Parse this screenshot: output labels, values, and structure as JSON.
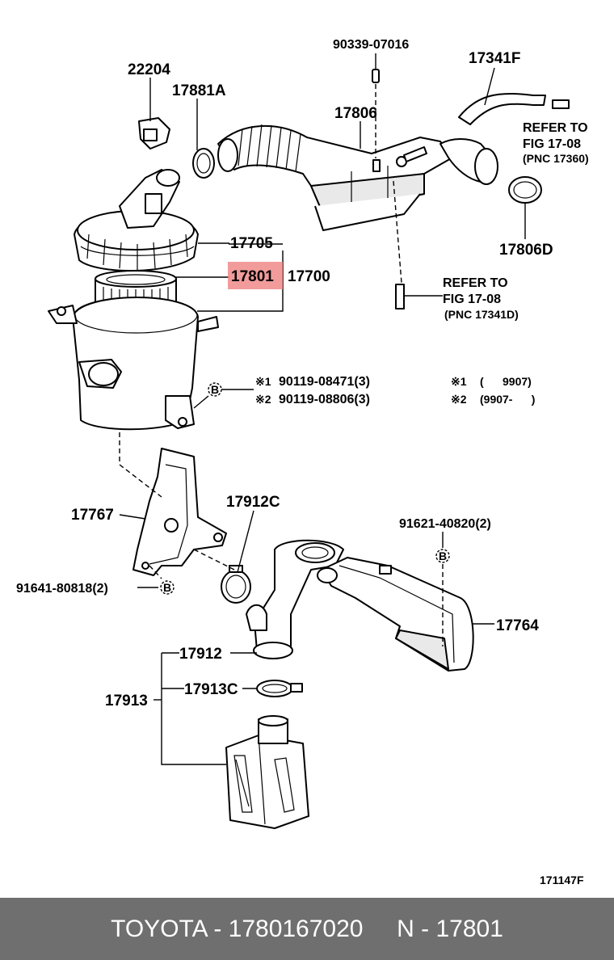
{
  "callouts": {
    "p22204": "22204",
    "p17881a": "17881A",
    "p90339": "90339-07016",
    "p17341f": "17341F",
    "p17806": "17806",
    "refer1_a": "REFER TO",
    "refer1_b": "FIG 17-08",
    "refer1_c": "(PNC 17360)",
    "p17705": "17705",
    "p17801": "17801",
    "p17700": "17700",
    "p17806d": "17806D",
    "refer2_a": "REFER TO",
    "refer2_b": "FIG 17-08",
    "refer2_c": "(PNC 17341D)",
    "b_mark": "B",
    "note1_mark": "※1",
    "note1_part": "90119-08471(3)",
    "note2_mark": "※2",
    "note2_part": "90119-08806(3)",
    "date1_mark": "※1",
    "date1_text": "(      9907)",
    "date2_mark": "※2",
    "date2_text": "(9907-      )",
    "p17767": "17767",
    "p17912c": "17912C",
    "p91621": "91621-40820(2)",
    "p91641": "91641-80818(2)",
    "p17764": "17764",
    "p17912": "17912",
    "p17913c": "17913C",
    "p17913": "17913",
    "fig_no": "171147F"
  },
  "footer": {
    "text": "TOYOTA - 1780167020     N - 17801"
  },
  "colors": {
    "highlight": "#f08a8a",
    "footer_bg": "#6f6f6f"
  }
}
